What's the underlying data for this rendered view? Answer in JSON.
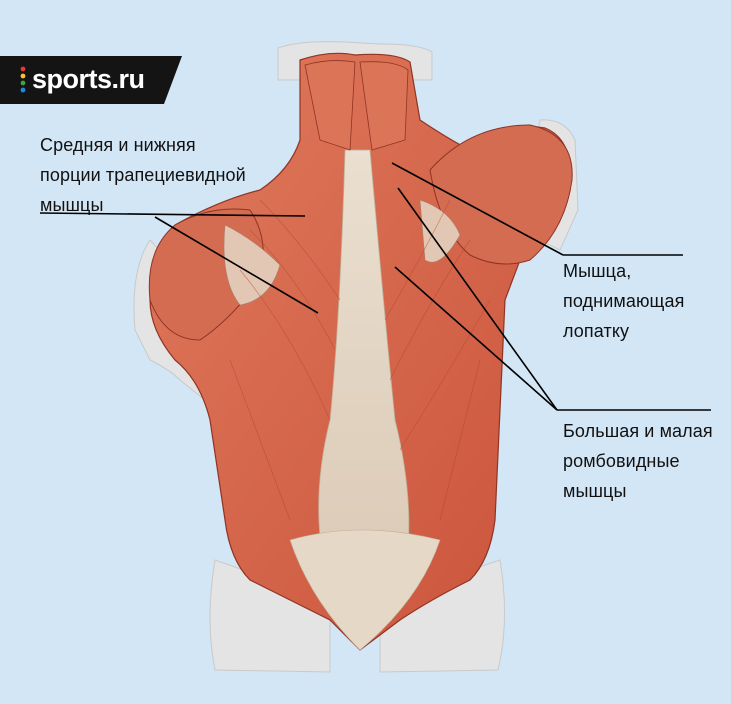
{
  "brand": {
    "logo_text": "sports.ru",
    "logo_bg": "#141414",
    "logo_dot_colors": [
      "#e53935",
      "#fbc02d",
      "#43a047",
      "#1e88e5"
    ]
  },
  "colors": {
    "background": "#d2e6f6",
    "muscle": "#d9654a",
    "muscle_dark": "#b8442f",
    "tendon": "#e9dccb",
    "skin": "#e6e6e6",
    "leader_line": "#000000"
  },
  "labels": {
    "trapezius": [
      "Средняя и нижняя",
      "порции трапециевидной",
      "мышцы"
    ],
    "levator": [
      "Мышца,",
      "поднимающая",
      "лопатку"
    ],
    "rhomboid": [
      "Большая и малая",
      "ромбовидные",
      "мышцы"
    ]
  }
}
